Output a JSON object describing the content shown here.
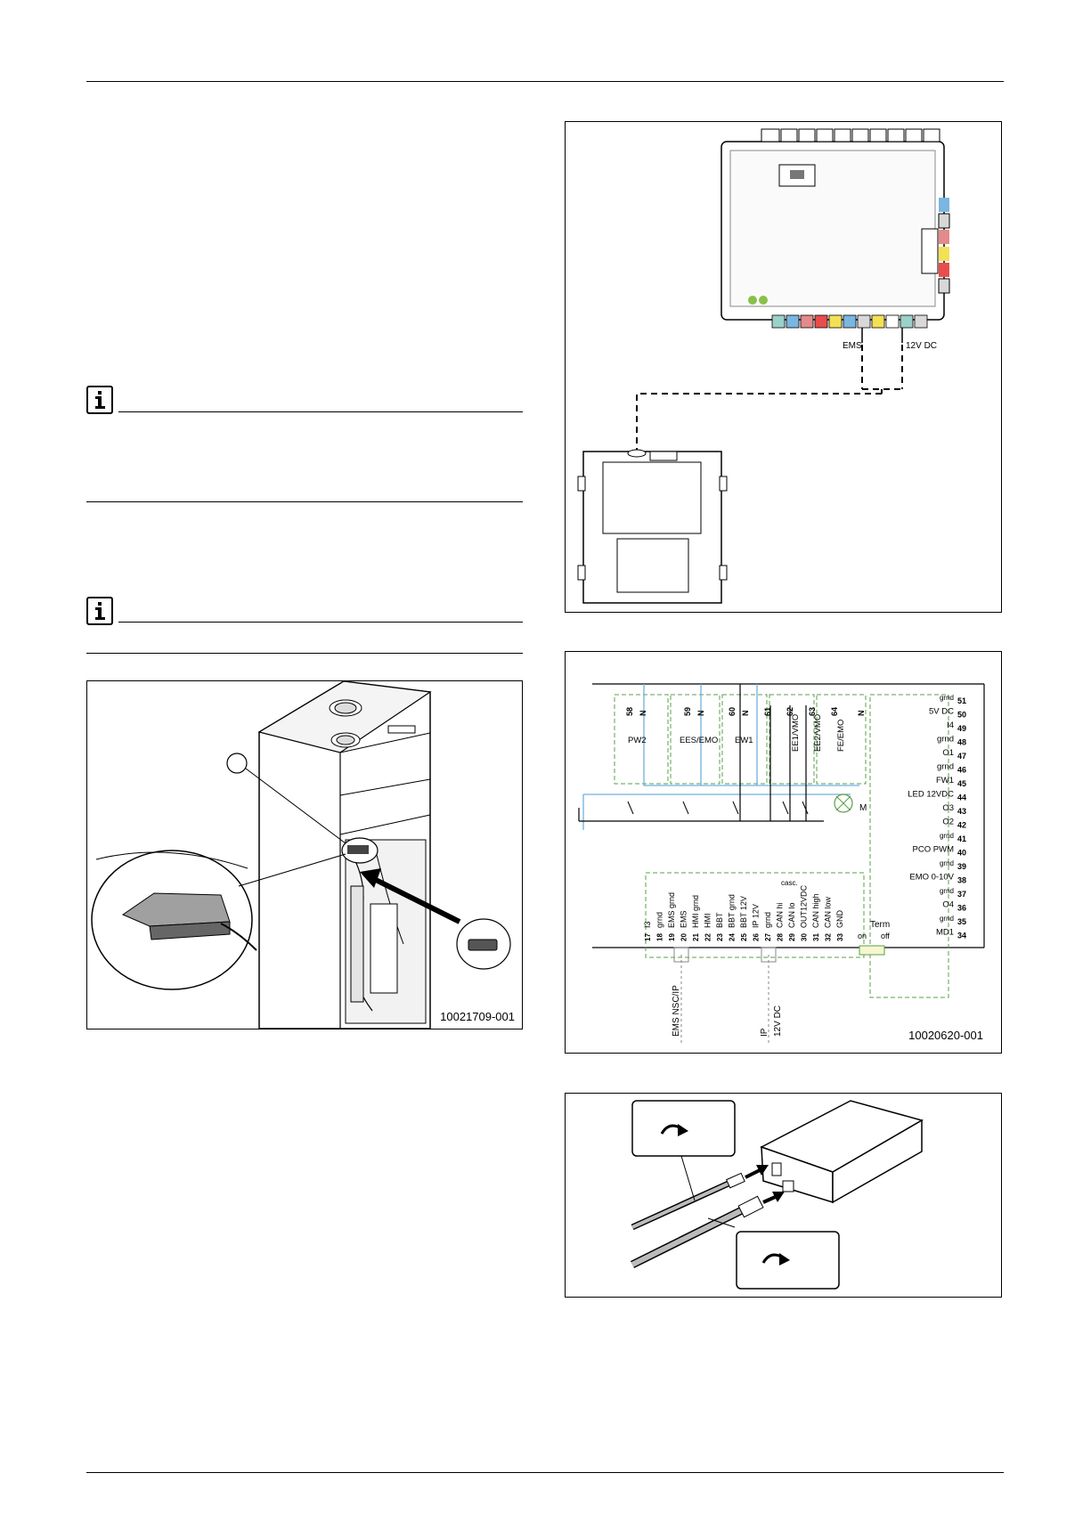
{
  "figures": {
    "cabinet": {
      "id": "10021709-001"
    },
    "wiring_overview": {
      "ems_label": "EMS",
      "dc_label": "12V DC"
    },
    "terminal_diagram": {
      "id": "10020620-001",
      "top_terminals": [
        "58",
        "N",
        "59",
        "N",
        "60",
        "N",
        "61",
        "62",
        "63",
        "64",
        "N"
      ],
      "top_groups": [
        "PW2",
        "EES/EMO",
        "EW1",
        "EE1/VMO",
        "EE2/VMO",
        "FE/EMO"
      ],
      "motor_label": "M",
      "right_labels": [
        "grnd",
        "5V DC",
        "I4",
        "grnd",
        "O1",
        "grnd",
        "FW1",
        "LED 12VDC",
        "O3",
        "O2",
        "grnd",
        "PCO PWM",
        "grnd",
        "EMO 0-10V",
        "grnd",
        "O4",
        "grnd",
        "MD1"
      ],
      "right_numbers": [
        "51",
        "50",
        "49",
        "48",
        "47",
        "46",
        "45",
        "44",
        "43",
        "42",
        "41",
        "40",
        "39",
        "38",
        "37",
        "36",
        "35",
        "34"
      ],
      "bottom_labels": [
        "I3",
        "grnd",
        "EMS grnd",
        "EMS",
        "HMI grnd",
        "HMI",
        "BBT",
        "BBT grnd",
        "BBT 12V",
        "IP 12V",
        "grnd",
        "CAN hi",
        "CAN lo",
        "OUT12VDC",
        "CAN high",
        "CAN low",
        "GND"
      ],
      "bottom_numbers": [
        "17",
        "18",
        "19",
        "20",
        "21",
        "22",
        "23",
        "24",
        "25",
        "26",
        "27",
        "28",
        "29",
        "30",
        "31",
        "32",
        "33"
      ],
      "casc_label": "casc.",
      "term_label": "Term",
      "on_label": "on",
      "off_label": "off",
      "ems_cable": "EMS NSC/IP",
      "ip_label": "IP",
      "dc_cable": "12V DC"
    }
  }
}
